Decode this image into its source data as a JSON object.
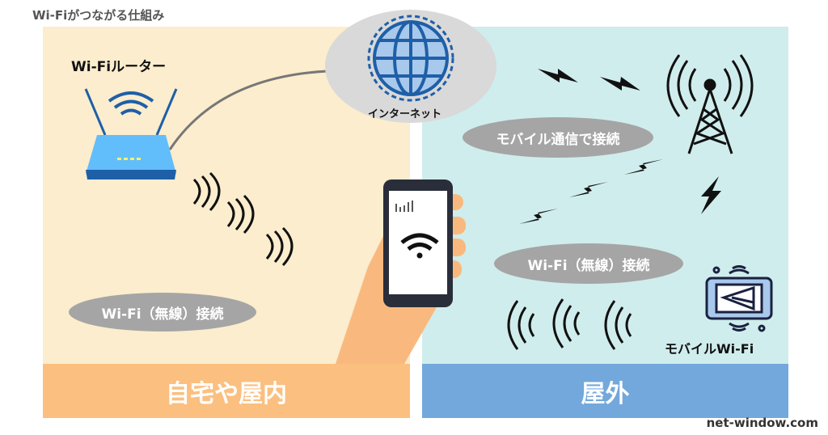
{
  "title": "Wi-Fiがつながる仕組み",
  "internet_label": "インターネット",
  "router_label": "Wi-Fiルーター",
  "left_connection": "Wi-Fi（無線）接続",
  "mobile_connection": "モバイル通信で接続",
  "right_connection": "Wi-Fi（無線）接続",
  "mobile_wifi_label": "モバイルWi-Fi",
  "indoor_label": "自宅や屋内",
  "outdoor_label": "屋外",
  "footer": "net-window.com",
  "colors": {
    "indoor_bg": "#FBEDCD",
    "outdoor_bg": "#CFEDEC",
    "indoor_bar": "#FBBF7F",
    "outdoor_bar": "#73A8DC",
    "pill": "#A5A5A5"
  }
}
